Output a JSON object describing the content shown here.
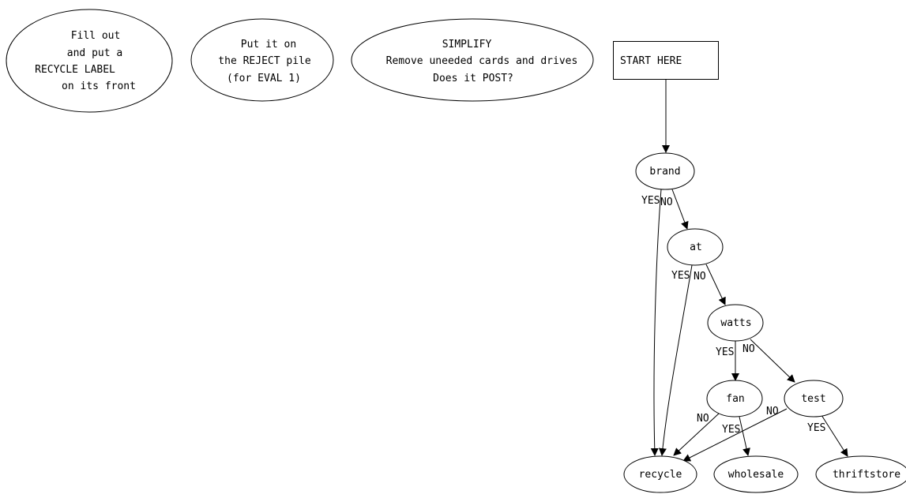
{
  "notes": {
    "recycle_label": [
      "Fill out",
      "and put a",
      "RECYCLE LABEL",
      "on its front"
    ],
    "reject": [
      "Put it on",
      "the REJECT pile",
      "(for EVAL 1)"
    ],
    "simplify": [
      "SIMPLIFY",
      "Remove uneeded cards and drives",
      "Does it POST?"
    ]
  },
  "start": "START HERE",
  "nodes": {
    "brand": "brand",
    "at": "at",
    "watts": "watts",
    "fan": "fan",
    "test": "test",
    "recycle": "recycle",
    "wholesale": "wholesale",
    "thriftstore": "thriftstore"
  },
  "edges": {
    "brand_recycle": "YES",
    "brand_at": "NO",
    "at_recycle": "YES",
    "at_watts": "NO",
    "watts_fan": "YES",
    "watts_test": "NO",
    "fan_recycle": "NO",
    "fan_wholesale": "YES",
    "test_recycle": "NO",
    "test_thriftstore": "YES"
  }
}
